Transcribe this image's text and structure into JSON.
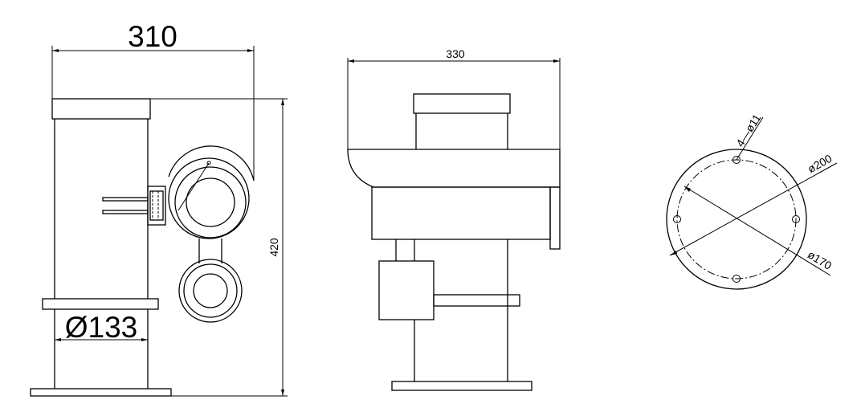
{
  "dimensions": {
    "front_width": "310",
    "front_height": "420",
    "front_diameter": "Ø133",
    "side_width": "330",
    "bolt_holes": "4—ø11",
    "outer_diameter": "ø200",
    "pitch_diameter": "ø170"
  }
}
